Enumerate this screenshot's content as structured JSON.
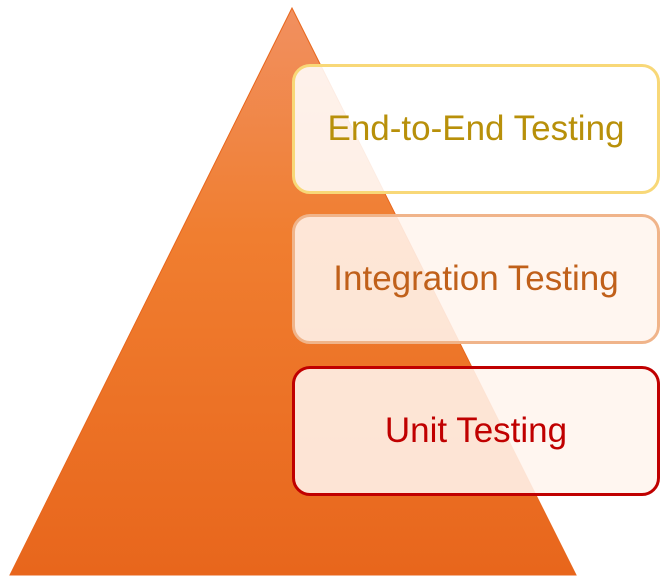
{
  "layers": [
    {
      "label": "End-to-End Testing"
    },
    {
      "label": "Integration Testing"
    },
    {
      "label": "Unit Testing"
    }
  ],
  "colors": {
    "pyramid_top": "#f19060",
    "pyramid_bottom": "#e8661c"
  }
}
